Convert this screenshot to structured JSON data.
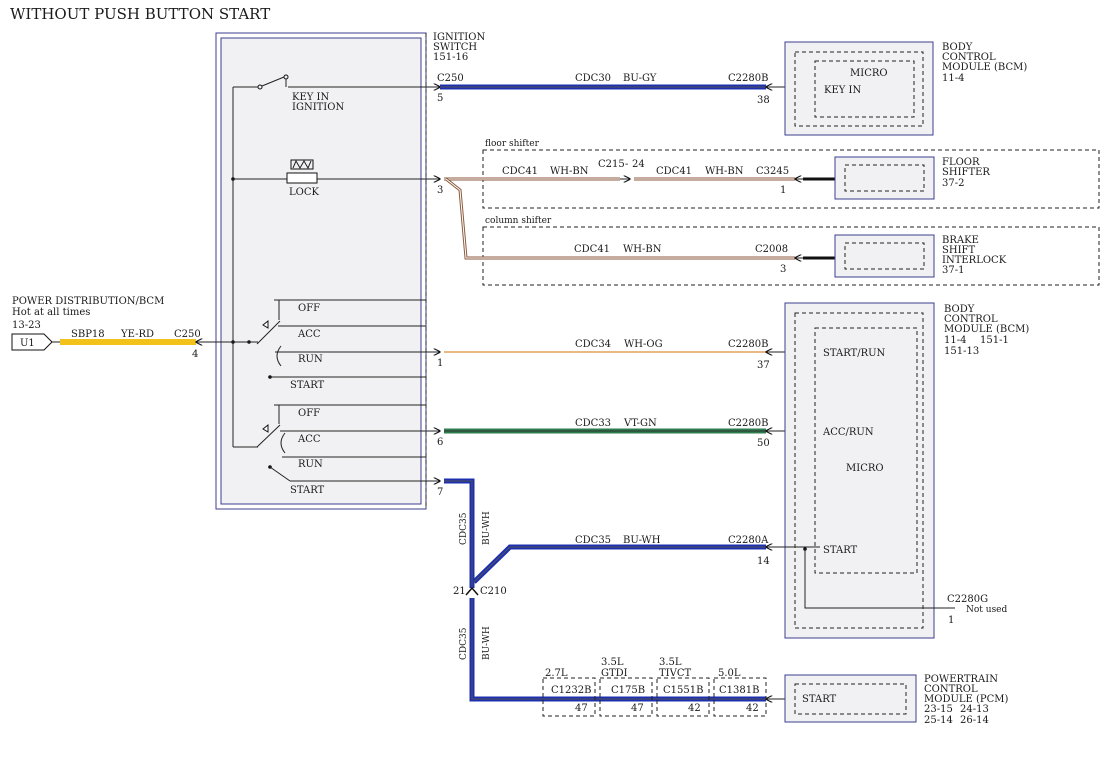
{
  "title": "WITHOUT PUSH BUTTON START",
  "ignition_switch": {
    "name_line1": "IGNITION",
    "name_line2": "SWITCH",
    "ref": "151-16"
  },
  "switch_labels": {
    "key_in_line1": "KEY IN",
    "key_in_line2": "IGNITION",
    "lock": "LOCK",
    "off": "OFF",
    "acc": "ACC",
    "run": "RUN",
    "start": "START"
  },
  "power_source": {
    "name": "POWER DISTRIBUTION/BCM",
    "note": "Hot at all times",
    "ref": "13-23",
    "tag": "U1",
    "circuit": "SBP18",
    "color": "YE-RD",
    "connector": "C250",
    "pin": "4"
  },
  "wires": {
    "key_in": {
      "connector_left": "C250",
      "pin_left": "5",
      "circuit": "CDC30",
      "color": "BU-GY",
      "connector_right": "C2280B",
      "pin_right": "38"
    },
    "floor_shifter": {
      "label": "floor shifter",
      "pin_left": "3",
      "circuit1": "CDC41",
      "color1": "WH-BN",
      "inline": "C215",
      "inline_pin": "24",
      "circuit2": "CDC41",
      "color2": "WH-BN",
      "connector_right": "C3245",
      "pin_right": "1"
    },
    "column_shifter": {
      "label": "column shifter",
      "circuit": "CDC41",
      "color": "WH-BN",
      "connector_right": "C2008",
      "pin_right": "3"
    },
    "start_run": {
      "pin_left": "1",
      "circuit": "CDC34",
      "color": "WH-OG",
      "connector_right": "C2280B",
      "pin_right": "37"
    },
    "acc_run": {
      "pin_left": "6",
      "circuit": "CDC33",
      "color": "VT-GN",
      "connector_right": "C2280B",
      "pin_right": "50"
    },
    "start": {
      "pin_left": "7",
      "circuit": "CDC35",
      "color": "BU-WH",
      "connector_right": "C2280A",
      "pin_right": "14",
      "vert_circuit": "CDC35",
      "vert_color": "BU-WH",
      "splice": "C210",
      "splice_pin": "21"
    },
    "not_used": {
      "connector": "C2280G",
      "text": "Not used",
      "pin": "1"
    }
  },
  "modules": {
    "bcm_top": {
      "line1": "BODY",
      "line2": "CONTROL",
      "line3": "MODULE (BCM)",
      "ref": "11-4",
      "micro": "MICRO",
      "input": "KEY IN"
    },
    "floor_shifter": {
      "line1": "FLOOR",
      "line2": "SHIFTER",
      "ref": "37-2"
    },
    "brake_interlock": {
      "line1": "BRAKE",
      "line2": "SHIFT",
      "line3": "INTERLOCK",
      "ref": "37-1"
    },
    "bcm_main": {
      "line1": "BODY",
      "line2": "CONTROL",
      "line3": "MODULE (BCM)",
      "ref1": "11-4",
      "ref2": "151-1",
      "ref3": "151-13",
      "input1": "START/RUN",
      "input2": "ACC/RUN",
      "micro": "MICRO",
      "input3": "START"
    },
    "pcm": {
      "line1": "POWERTRAIN",
      "line2": "CONTROL",
      "line3": "MODULE (PCM)",
      "ref1": "23-15",
      "ref2": "24-13",
      "ref3": "25-14",
      "ref4": "26-14",
      "input": "START"
    }
  },
  "pcm_connectors": [
    {
      "engine": "2.7L",
      "engine2": "",
      "connector": "C1232B",
      "pin": "47"
    },
    {
      "engine": "3.5L",
      "engine2": "GTDI",
      "connector": "C175B",
      "pin": "47"
    },
    {
      "engine": "3.5L",
      "engine2": "TIVCT",
      "connector": "C1551B",
      "pin": "42"
    },
    {
      "engine": "5.0L",
      "engine2": "",
      "connector": "C1381B",
      "pin": "42"
    }
  ],
  "colors": {
    "yellow": "#f2c21b",
    "blue": "#1c2fb0",
    "brown": "#8b5a3c",
    "orange": "#e2a15a",
    "green": "#2e7d4f",
    "module_border": "#3b3f8f"
  }
}
